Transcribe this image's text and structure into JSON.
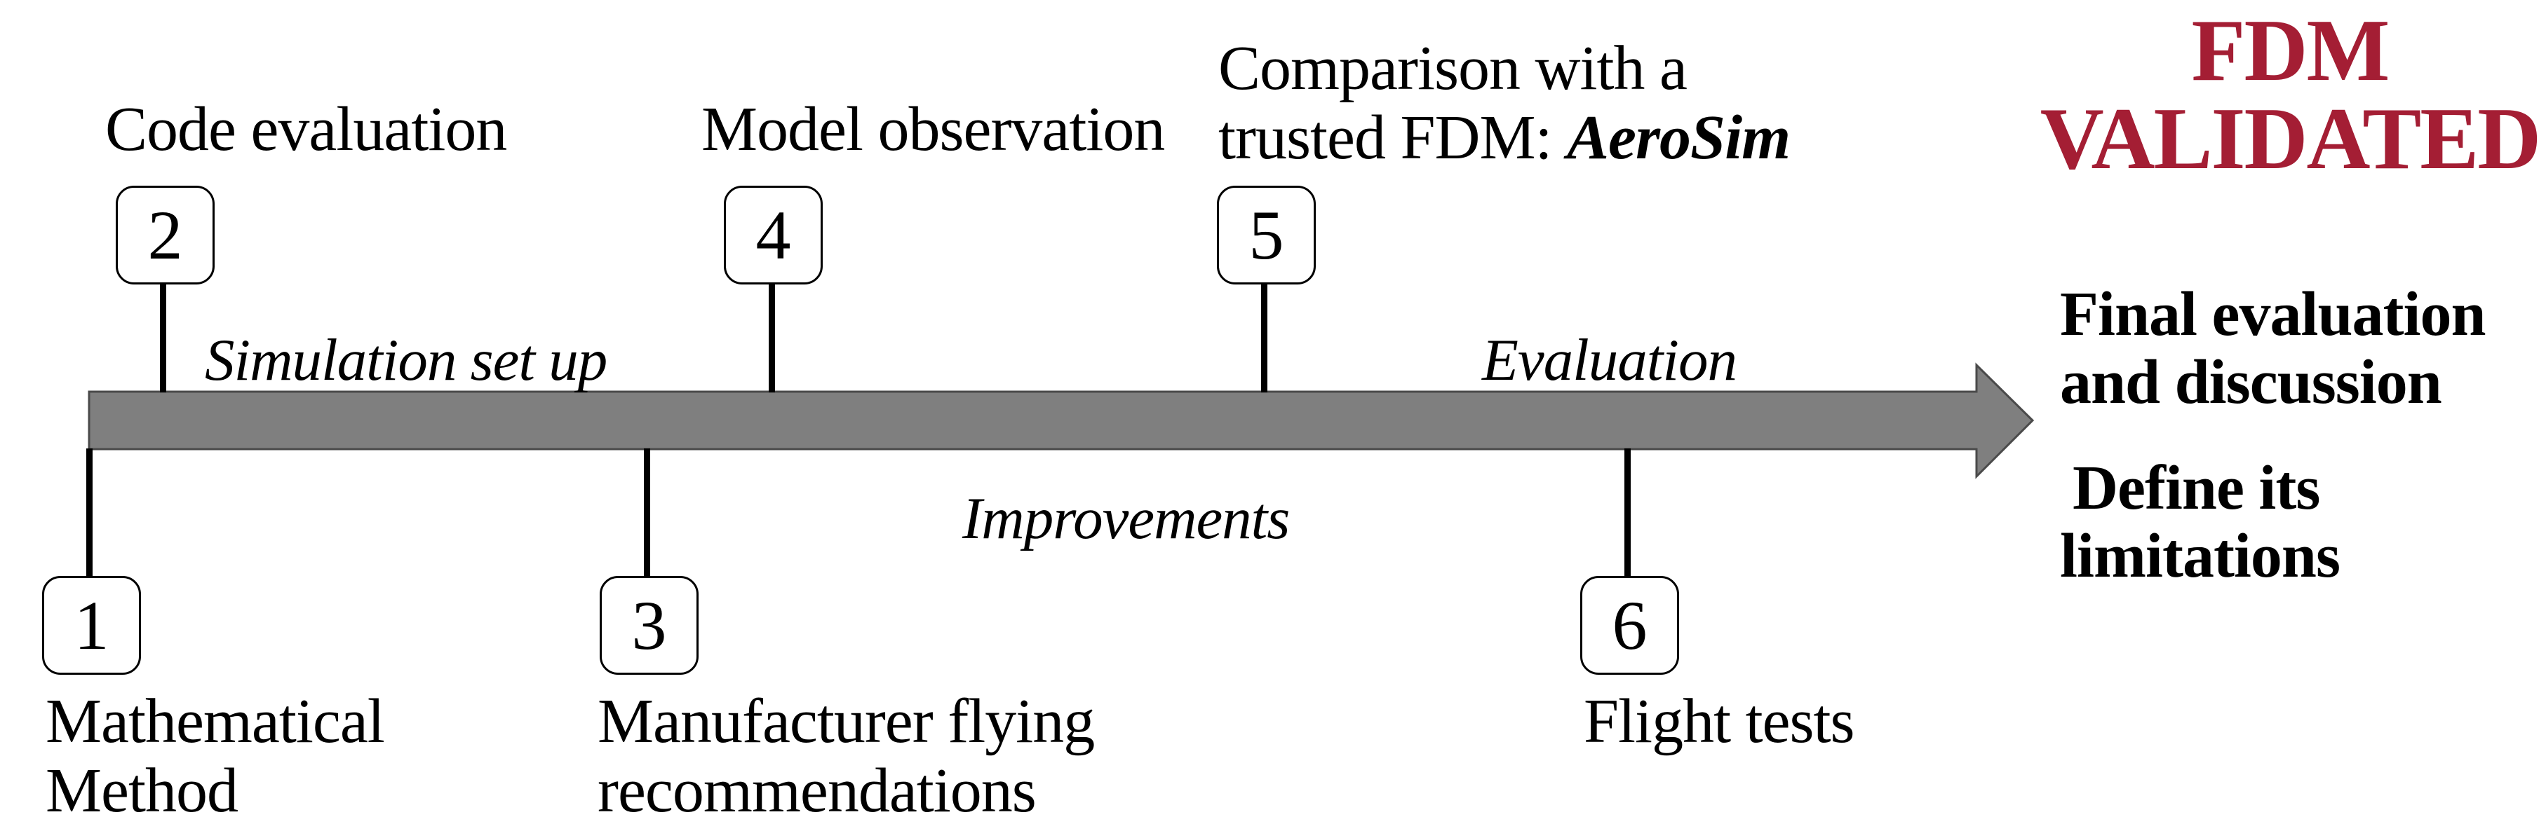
{
  "title": {
    "line1": "FDM",
    "line2": "VALIDATED",
    "color": "#A41E34"
  },
  "outcome": {
    "final_line1": "Final evaluation",
    "final_line2": "and discussion",
    "define_line1": "Define its",
    "define_line2": "limitations"
  },
  "timeline": {
    "bar_fill": "#7F7F7F",
    "bar_stroke": "#4A4A4A",
    "phases": {
      "simulation": "Simulation set up",
      "improvements": "Improvements",
      "evaluation": "Evaluation"
    }
  },
  "milestones": {
    "m1": {
      "number": "1",
      "line1": "Mathematical",
      "line2": "Method"
    },
    "m2": {
      "number": "2",
      "label": "Code evaluation"
    },
    "m3": {
      "number": "3",
      "line1": "Manufacturer flying",
      "line2": "recommendations"
    },
    "m4": {
      "number": "4",
      "label": "Model observation"
    },
    "m5": {
      "number": "5",
      "line1": "Comparison with a",
      "line2_prefix": "trusted FDM: ",
      "line2_emphasis": "AeroSim"
    },
    "m6": {
      "number": "6",
      "label": "Flight tests"
    }
  }
}
